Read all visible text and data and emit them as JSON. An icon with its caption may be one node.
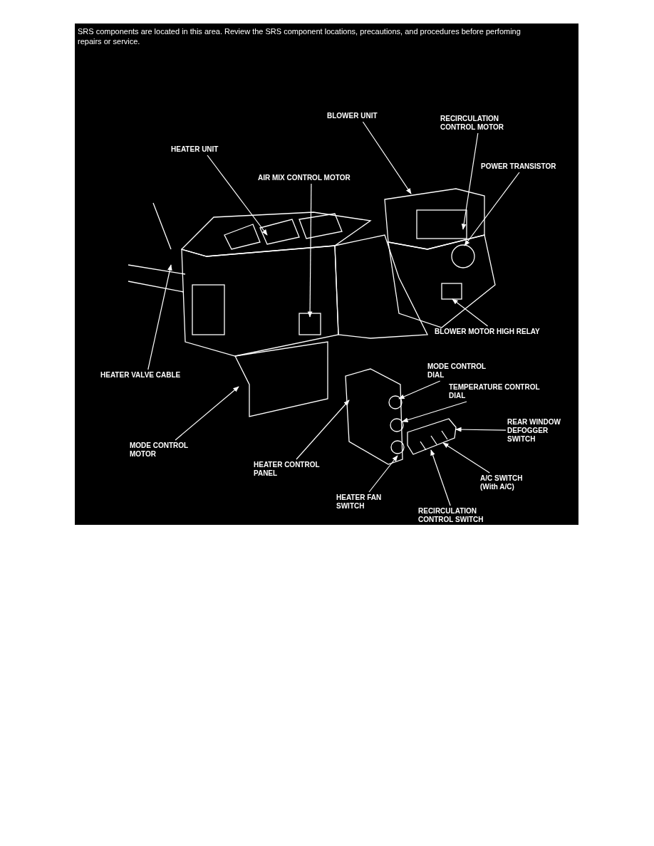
{
  "diagram": {
    "nodes": [
      {
        "text": [
          "BLOWER UNIT"
        ]
      },
      {
        "text": [
          "RECIRCULATION CONTROL MOTOR"
        ]
      },
      {
        "text": [
          "HEATER UNIT"
        ]
      },
      {
        "text": [
          "POWER TRANSISTOR"
        ]
      },
      {
        "text": [
          "AIR MIX CONTROL MOTOR"
        ]
      },
      {
        "text": [
          "BLOWER MOTOR HIGH RELAY"
        ]
      },
      {
        "text": [
          "HEATER VALVE CABLE"
        ]
      },
      {
        "text": [
          "MODE CONTROL DIAL"
        ]
      },
      {
        "text": [
          "TEMPERATURE CONTROL DIAL"
        ]
      },
      {
        "text": [
          "REAR WINDOW DEFOGGER SWITCH"
        ]
      },
      {
        "text": [
          "MODE CONTROL MOTOR"
        ]
      },
      {
        "text": [
          "HEATER CONTROL PANEL"
        ]
      },
      {
        "text": [
          "A/C SWITCH (With A/C)"
        ]
      },
      {
        "text": [
          "HEATER FAN SWITCH"
        ]
      },
      {
        "text": [
          "RECIRCULATION CONTROL SWITCH"
        ]
      }
    ],
    "edges": [
      {
        "from": 0,
        "to": null,
        "arrow": "to"
      },
      {
        "from": 1,
        "to": null,
        "arrow": "to"
      },
      {
        "from": 2,
        "to": null,
        "arrow": "to"
      },
      {
        "from": 3,
        "to": null,
        "arrow": "to"
      },
      {
        "from": 4,
        "to": null,
        "arrow": "to"
      },
      {
        "from": 5,
        "to": null,
        "arrow": "to"
      },
      {
        "from": 6,
        "to": null,
        "arrow": "to"
      },
      {
        "from": 7,
        "to": null,
        "arrow": "to"
      },
      {
        "from": 8,
        "to": null,
        "arrow": "to"
      },
      {
        "from": 9,
        "to": null,
        "arrow": "to"
      },
      {
        "from": 10,
        "to": null,
        "arrow": "to"
      },
      {
        "from": 11,
        "to": null,
        "arrow": "to"
      },
      {
        "from": 12,
        "to": null,
        "arrow": "to"
      },
      {
        "from": 13,
        "to": null,
        "arrow": "to"
      },
      {
        "from": 14,
        "to": null,
        "arrow": "to"
      }
    ],
    "labels": [
      "SRS components are located in this area. Review the SRS component locations, precautions, and procedures before perfoming repairs or service."
    ]
  }
}
